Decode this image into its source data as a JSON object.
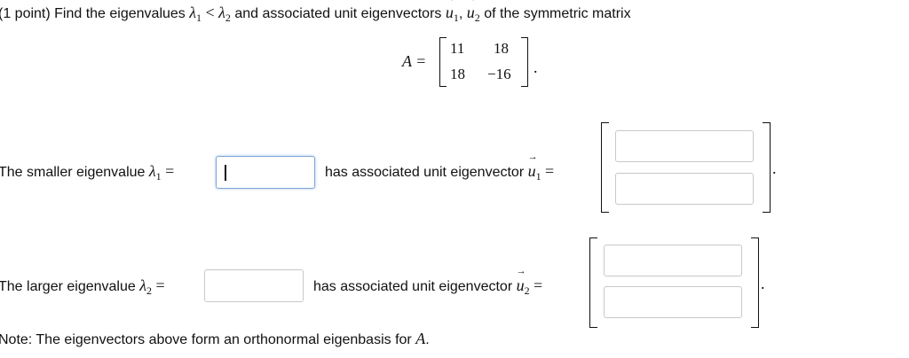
{
  "problem": {
    "prefix": "(1 point) Find the eigenvalues",
    "lambda": "λ",
    "sub1": "1",
    "sub2": "2",
    "lt": "<",
    "middle": "and associated unit eigenvectors",
    "u": "u",
    "comma": ",",
    "suffix": "of the symmetric matrix"
  },
  "matrix": {
    "name": "A =",
    "a11": "11",
    "a12": "18",
    "a21": "18",
    "a22": "−16",
    "period": "."
  },
  "row1": {
    "label": "The smaller eigenvalue",
    "equals": "=",
    "value": "",
    "vec_label": "has associated unit eigenvector",
    "vec_value_1": "",
    "vec_value_2": "",
    "period": "."
  },
  "row2": {
    "label": "The larger eigenvalue",
    "equals": "=",
    "value": "",
    "vec_label": "has associated unit eigenvector",
    "vec_value_1": "",
    "vec_value_2": "",
    "period": "."
  },
  "note": {
    "text": "Note: The eigenvectors above form an orthonormal eigenbasis for",
    "var": "A",
    "period": "."
  },
  "colors": {
    "focus_border": "#7ea6d8",
    "field_border": "#c8c8c8"
  }
}
